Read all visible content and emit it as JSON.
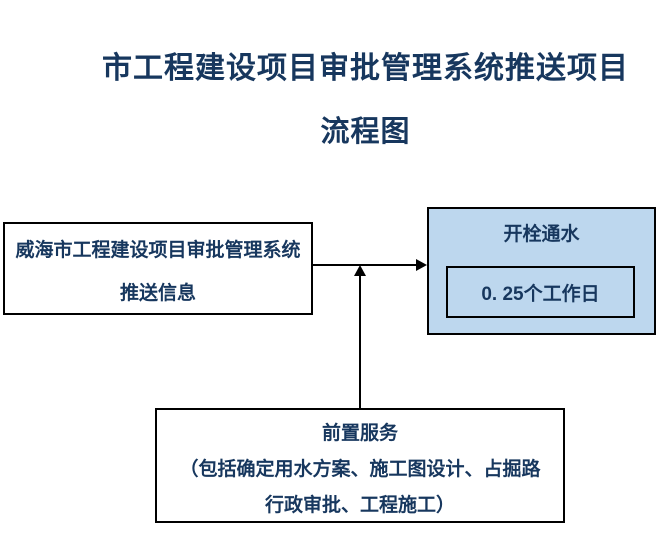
{
  "flowchart": {
    "title": {
      "line1": "市工程建设项目审批管理系统推送项目",
      "line2": "流程图"
    },
    "source_box": {
      "line1": "威海市工程建设项目审批管理系统",
      "line2": "推送信息"
    },
    "result_box": {
      "title": "开栓通水",
      "duration": "0. 25个工作日"
    },
    "pre_service_box": {
      "line1": "前置服务",
      "line2": "（包括确定用水方案、施工图设计、占掘路",
      "line3": "行政审批、工程施工）"
    },
    "connectors": [
      {
        "from": "source_box",
        "to": "result_box",
        "type": "arrow-right"
      },
      {
        "from": "pre_service_box",
        "to": "main-flow-line",
        "type": "arrow-up"
      }
    ],
    "colors": {
      "text": "#17375e",
      "box_fill_highlight": "#bdd7ee",
      "box_border": "#000000",
      "background": "#ffffff"
    }
  }
}
